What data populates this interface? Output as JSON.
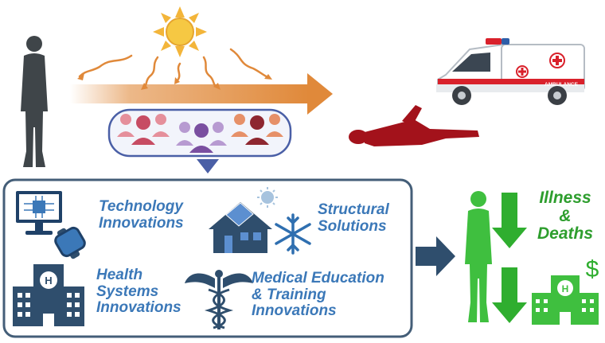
{
  "colors": {
    "panel_border": "#445e78",
    "text_blue": "#3b78b8",
    "text_green": "#2e9e2e",
    "person_dark": "#3f4549",
    "person_green": "#3fbf3f",
    "arrow_orange": "#e0893a",
    "sun": "#f3b53a",
    "collapsed_person": "#a3121b",
    "crowd_bubble_border": "#4a5fa6",
    "building_dark": "#2f4e6d"
  },
  "icons": {
    "person": "person-silhouette-icon",
    "sun": "sun-icon",
    "crowd": "crowd-icon",
    "ambulance": "ambulance-icon",
    "collapsed": "collapsed-person-icon",
    "computer": "computer-chip-icon",
    "watch": "smartwatch-icon",
    "house": "solar-house-icon",
    "snowflake": "snowflake-icon",
    "hospital": "hospital-icon",
    "caduceus": "caduceus-icon",
    "down_arrow": "down-arrow-icon",
    "dollar": "dollar-icon"
  },
  "ambulance_label": "AMBULANCE",
  "hospital_badge": "H",
  "dollar_sign": "$",
  "innovations": {
    "technology": [
      "Technology",
      "Innovations"
    ],
    "structural": [
      "Structural",
      "Solutions"
    ],
    "health": [
      "Health",
      "Systems",
      "Innovations"
    ],
    "medical": [
      "Medical Education",
      "& Training",
      "Innovations"
    ]
  },
  "outcome": [
    "Illness",
    "&",
    "Deaths"
  ]
}
